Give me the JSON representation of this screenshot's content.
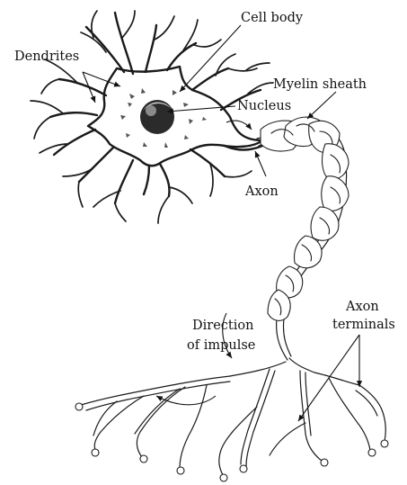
{
  "labels": {
    "cell_body": "Cell body",
    "dendrites": "Dendrites",
    "nucleus": "Nucleus",
    "myelin_sheath": "Myelin sheath",
    "axon": "Axon",
    "direction_line1": "Direction",
    "direction_line2": "of impulse",
    "terminals_line1": "Axon",
    "terminals_line2": "terminals"
  },
  "colors": {
    "ink": "#1a1a1a",
    "background": "#ffffff"
  }
}
